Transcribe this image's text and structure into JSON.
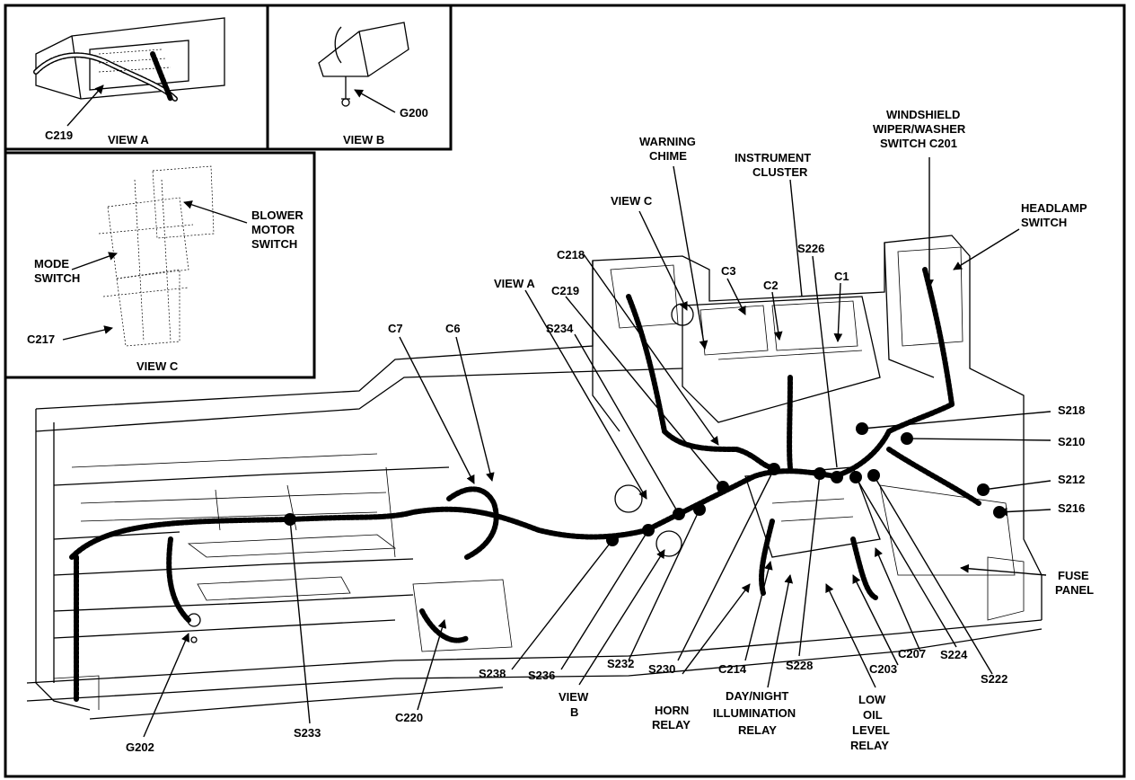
{
  "labels": {
    "c219_a": "C219",
    "view_a": "VIEW A",
    "g200": "G200",
    "view_b": "VIEW B",
    "blower_motor_switch": [
      "BLOWER",
      "MOTOR",
      "SWITCH"
    ],
    "mode_switch": [
      "MODE",
      "SWITCH"
    ],
    "c217": "C217",
    "view_c": "VIEW C",
    "warning_chime": [
      "WARNING",
      "CHIME"
    ],
    "instrument_cluster": [
      "INSTRUMENT",
      "CLUSTER"
    ],
    "windshield_switch": [
      "WINDSHIELD",
      "WIPER/WASHER",
      "SWITCH  C201"
    ],
    "headlamp_switch": [
      "HEADLAMP",
      "SWITCH"
    ],
    "view_c_main": "VIEW C",
    "c218": "C218",
    "c3": "C3",
    "c2": "C2",
    "c1": "C1",
    "s226": "S226",
    "view_a_main": "VIEW A",
    "c219": "C219",
    "s234": "S234",
    "c7": "C7",
    "c6": "C6",
    "s218": "S218",
    "s210": "S210",
    "s212": "S212",
    "s216": "S216",
    "fuse_panel": [
      "FUSE",
      "PANEL"
    ],
    "s238": "S238",
    "s236": "S236",
    "view_b_main": [
      "VIEW",
      "B"
    ],
    "s232": "S232",
    "s230": "S230",
    "horn_relay": [
      "HORN",
      "RELAY"
    ],
    "c214": "C214",
    "day_night_relay": [
      "DAY/NIGHT",
      "ILLUMINATION",
      "RELAY"
    ],
    "s228": "S228",
    "low_oil_relay": [
      "LOW",
      "OIL",
      "LEVEL",
      "RELAY"
    ],
    "c203": "C203",
    "c207": "C207",
    "s224": "S224",
    "s222": "S222",
    "c220": "C220",
    "g202": "G202",
    "s233": "S233"
  }
}
